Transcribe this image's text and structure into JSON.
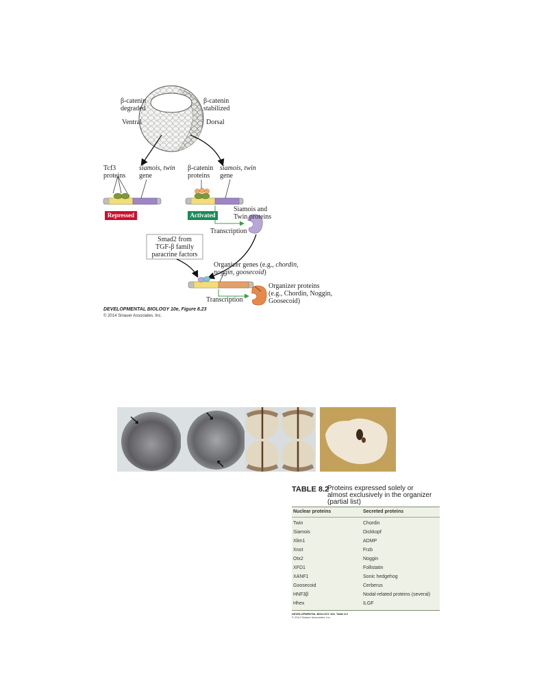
{
  "figure": {
    "labels": {
      "degraded_line1": "β-catenin",
      "degraded_line2": "degraded",
      "stabilized_line1": "β-catenin",
      "stabilized_line2": "stabilized",
      "ventral": "Ventral",
      "dorsal": "Dorsal",
      "tcf3_line1": "Tcf3",
      "tcf3_line2": "proteins",
      "siamois_gene_left_line1": "siamois, twin",
      "siamois_gene_left_line2": "gene",
      "bcatenin_proteins_line1": "β-catenin",
      "bcatenin_proteins_line2": "proteins",
      "siamois_gene_right_line1": "siamois, twin",
      "siamois_gene_right_line2": "gene",
      "repressed": "Repressed",
      "activated": "Activated",
      "siamois_twin_proteins_line1": "Siamois and",
      "siamois_twin_proteins_line2": "Twin proteins",
      "transcription_1": "Transcription",
      "smad2_line1": "Smad2 from",
      "smad2_line2": "TGF-β family",
      "smad2_line3": "paracrine factors",
      "organizer_genes_line1": "Organizer genes (e.g., chordin,",
      "organizer_genes_line2": "noggin, goosecoid)",
      "organizer_proteins_line1": "Organizer proteins",
      "organizer_proteins_line2": "(e.g., Chordin, Noggin,",
      "organizer_proteins_line3": "Goosecoid)",
      "transcription_2": "Transcription"
    },
    "caption_title": "DEVELOPMENTAL BIOLOGY 10e, Figure 8.23",
    "caption_copy": "© 2014 Sinauer Associates, Inc.",
    "colors": {
      "repressed": "#c8102e",
      "activated": "#1a8a5a",
      "siamois_protein": "#b9a6d6",
      "organizer_protein": "#e8894a",
      "gene_purple": "#9d86c4",
      "gene_orange": "#e2a06a",
      "promoter_yellow": "#f2dd7a",
      "tcf3_green": "#7d9a3a",
      "bcatenin_orange": "#f0a868",
      "arrow_green": "#3aa04a"
    }
  },
  "table": {
    "number": "TABLE 8.2",
    "title_line1": "Proteins expressed solely or",
    "title_line2": "almost exclusively in the organizer",
    "title_line3": "(partial list)",
    "col_headers": [
      "Nuclear proteins",
      "Secreted proteins"
    ],
    "rows": [
      [
        "Twin",
        "Chordin"
      ],
      [
        "Siamois",
        "Dickkopf"
      ],
      [
        "Xlim1",
        "ADMP"
      ],
      [
        "Xnot",
        "Frzb"
      ],
      [
        "Otx2",
        "Noggin"
      ],
      [
        "XFD1",
        "Follistatin"
      ],
      [
        "XANF1",
        "Sonic hedgehog"
      ],
      [
        "Goosecoid",
        "Cerberus"
      ],
      [
        "HNF3β",
        "Nodal-related proteins (several)"
      ],
      [
        "Hhex",
        "ILGF"
      ]
    ],
    "caption_title": "DEVELOPMENTAL BIOLOGY 10e, Table 8.2",
    "caption_copy": "© 2014 Sinauer Associates, Inc."
  }
}
